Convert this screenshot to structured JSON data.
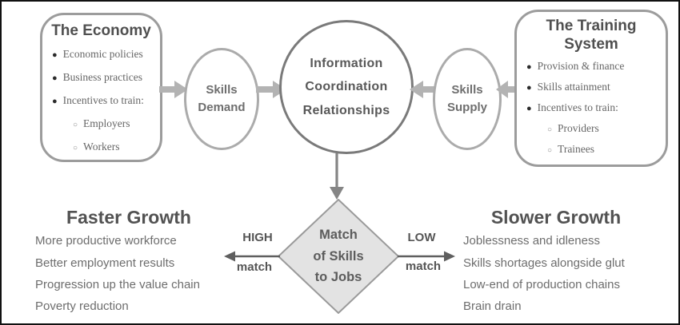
{
  "diagram": {
    "economy_box": {
      "title": "The Economy",
      "bullets": [
        "Economic policies",
        "Business practices",
        "Incentives to train:"
      ],
      "sub_bullets": [
        "Employers",
        "Workers"
      ]
    },
    "skills_demand": {
      "lines": [
        "Skills",
        "Demand"
      ]
    },
    "center_circle": {
      "lines": [
        "Information",
        "Coordination",
        "Relationships"
      ]
    },
    "skills_supply": {
      "lines": [
        "Skills",
        "Supply"
      ]
    },
    "training_box": {
      "title_lines": [
        "The Training",
        "System"
      ],
      "bullets": [
        "Provision & finance",
        "Skills attainment",
        "Incentives to train:"
      ],
      "sub_bullets": [
        "Providers",
        "Trainees"
      ]
    },
    "match_diamond": {
      "lines": [
        "Match",
        "of Skills",
        "to Jobs"
      ]
    },
    "high_arrow": {
      "word1": "HIGH",
      "word2": "match"
    },
    "low_arrow": {
      "word1": "LOW",
      "word2": "match"
    },
    "faster_growth": {
      "title": "Faster Growth",
      "items": [
        "More productive workforce",
        "Better employment results",
        "Progression up the value chain",
        "Poverty reduction"
      ]
    },
    "slower_growth": {
      "title": "Slower Growth",
      "items": [
        "Joblessness and idleness",
        "Skills  shortages alongside glut",
        "Low-end of production chains",
        "Brain drain"
      ]
    },
    "colors": {
      "block_arrow": "#b3b3b3",
      "thin_arrow": "#5f5f5f",
      "down_arrow": "#858585",
      "diamond_fill": "#e3e3e3",
      "diamond_stroke": "#9a9a9a",
      "box_border": "#9c9c9c"
    }
  }
}
